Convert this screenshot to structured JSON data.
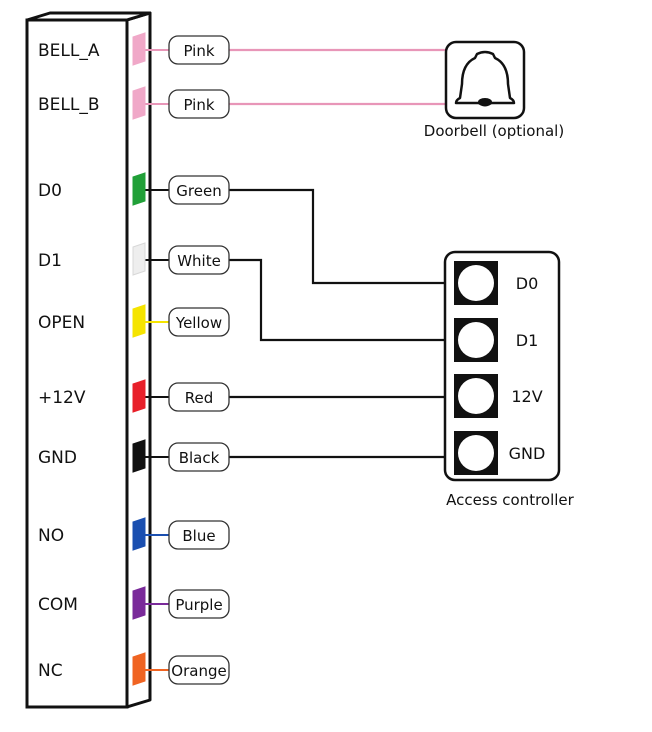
{
  "terminals": [
    {
      "label": "BELL_A",
      "wire": "Pink",
      "color": "#f0a8c8",
      "line": "#e896b8"
    },
    {
      "label": "BELL_B",
      "wire": "Pink",
      "color": "#f0a8c8",
      "line": "#e896b8"
    },
    {
      "label": "D0",
      "wire": "Green",
      "color": "#21a038",
      "line": "#111111"
    },
    {
      "label": "D1",
      "wire": "White",
      "color": "#eeeeee",
      "line": "#111111"
    },
    {
      "label": "OPEN",
      "wire": "Yellow",
      "color": "#f5e400",
      "line": "#f5e400"
    },
    {
      "label": "+12V",
      "wire": "Red",
      "color": "#e8202a",
      "line": "#111111"
    },
    {
      "label": "GND",
      "wire": "Black",
      "color": "#111111",
      "line": "#111111"
    },
    {
      "label": "NO",
      "wire": "Blue",
      "color": "#1a4fb0",
      "line": "#1a4fb0"
    },
    {
      "label": "COM",
      "wire": "Purple",
      "color": "#7a2a9a",
      "line": "#7a2a9a"
    },
    {
      "label": "NC",
      "wire": "Orange",
      "color": "#f06422",
      "line": "#f06422"
    }
  ],
  "doorbell": {
    "caption": "Doorbell (optional)",
    "icon": "bell-icon"
  },
  "access_controller": {
    "caption": "Access controller",
    "pins": [
      "D0",
      "D1",
      "12V",
      "GND"
    ]
  }
}
